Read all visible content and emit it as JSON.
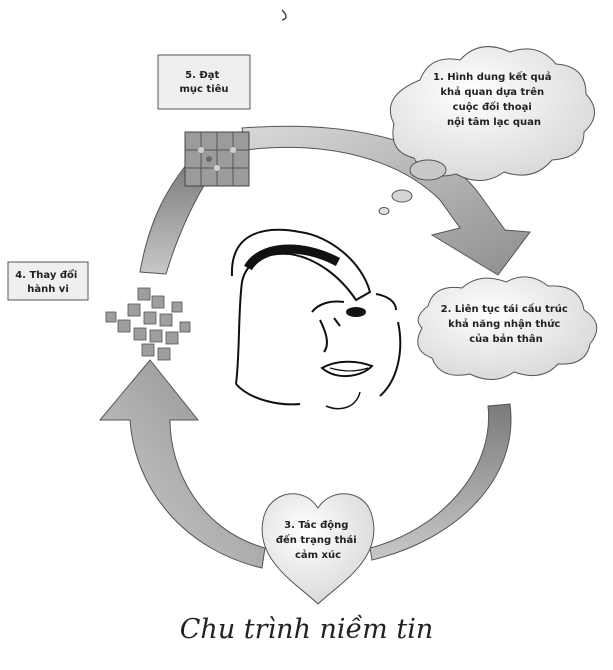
{
  "diagram": {
    "step1": [
      "1. Hình dung kết quả",
      "khả quan dựa trên",
      "cuộc đối thoại",
      "nội tâm lạc quan"
    ],
    "step2": [
      "2. Liên tục tái cấu trúc",
      "khả năng nhận thức",
      "của bản thân"
    ],
    "step3": [
      "3. Tác động",
      "đến trạng thái",
      "cảm xúc"
    ],
    "step4": [
      "4. Thay đổi",
      "hành vi"
    ],
    "step5": [
      "5. Đạt",
      "mục tiêu"
    ],
    "caption": "Chu trình niềm tin"
  }
}
